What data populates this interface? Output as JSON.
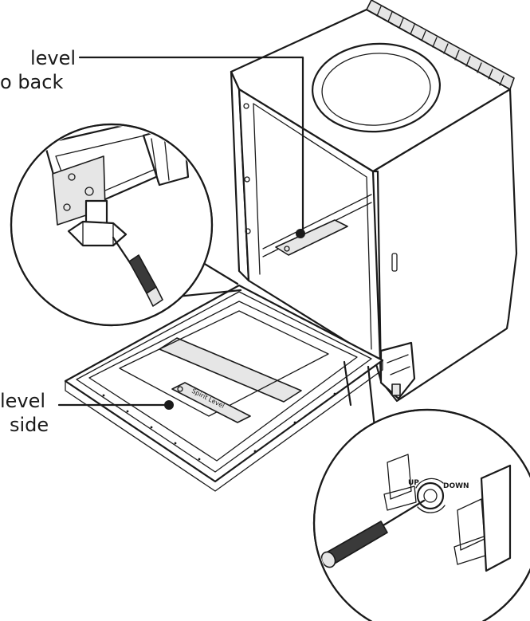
{
  "callouts": {
    "back": {
      "line1": "level",
      "line2": "o back"
    },
    "side": {
      "line1": "level",
      "line2": "side"
    }
  },
  "labels": {
    "spirit_level": "Spirit Level",
    "up": "UP",
    "down": "DOWN"
  },
  "colors": {
    "ink": "#1a1a1a",
    "paper": "#ffffff",
    "shade": "#e6e6e6",
    "dark": "#3a3a3a"
  }
}
